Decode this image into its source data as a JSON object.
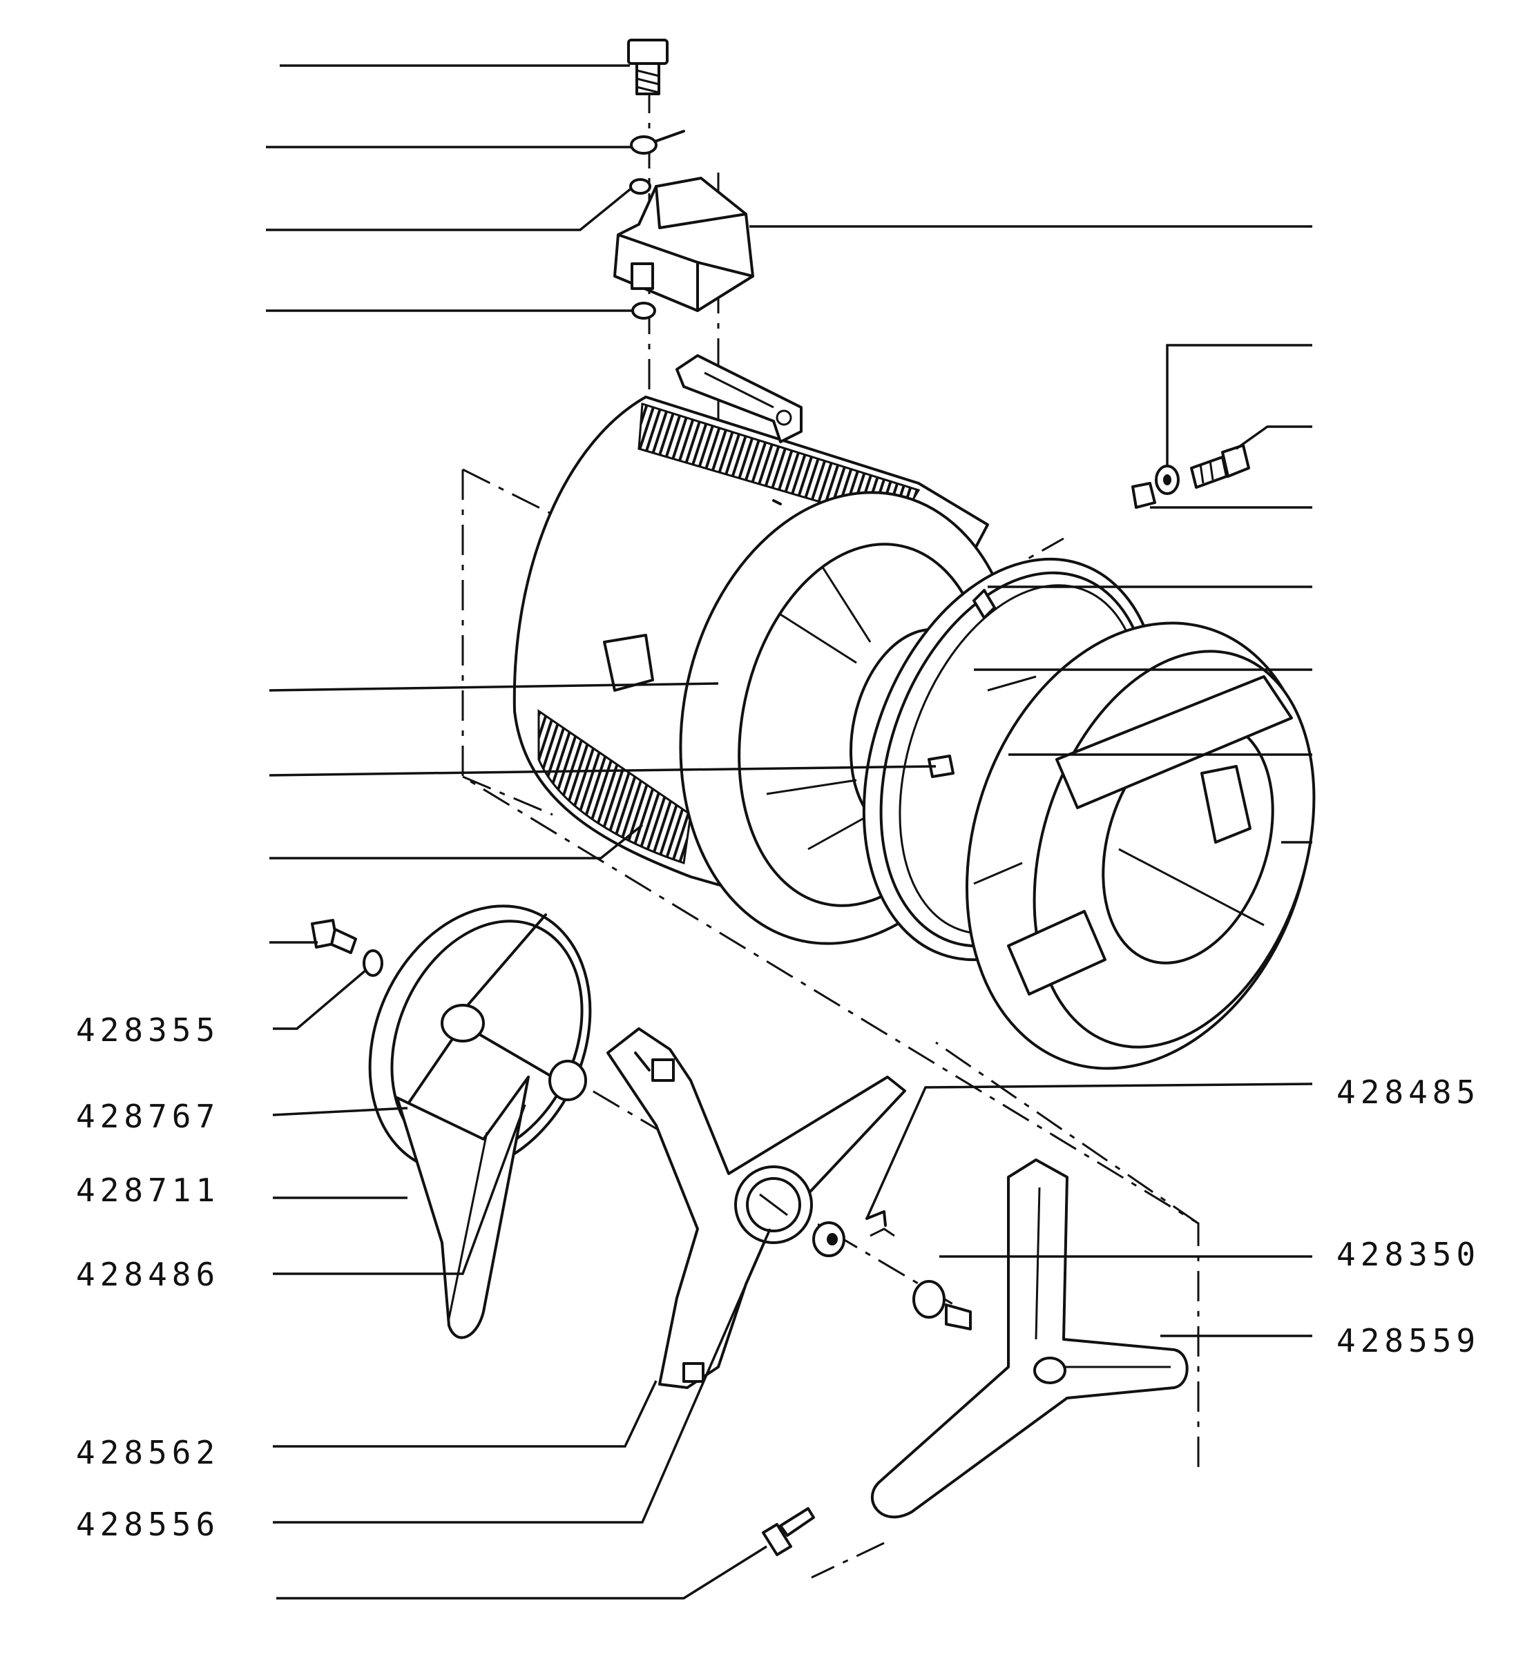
{
  "diagram": {
    "part_numbers_left": [
      "428355",
      "428767",
      "428711",
      "428486",
      "428562",
      "428556"
    ],
    "part_numbers_right": [
      "428485",
      "428350",
      "428559"
    ]
  },
  "colors": {
    "ink": "#111111",
    "paper": "#ffffff"
  }
}
